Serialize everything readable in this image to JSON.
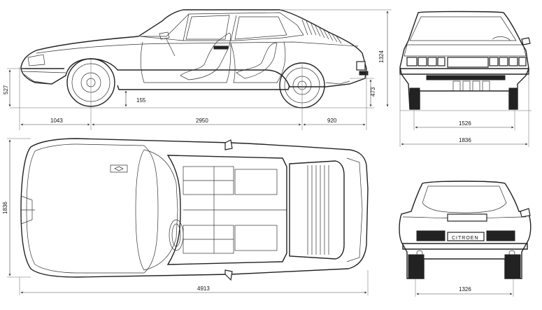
{
  "dimensions": {
    "front_overhang": "1043",
    "wheelbase": "2950",
    "rear_overhang": "920",
    "overall_length": "4913",
    "overall_width": "1836",
    "plan_width": "1836",
    "height": "1324",
    "front_height": "527",
    "ground_clearance": "155",
    "rear_height": "473",
    "front_track": "1526",
    "rear_track": "1326"
  },
  "badge": {
    "rear_nameplate": "CITROEN"
  }
}
